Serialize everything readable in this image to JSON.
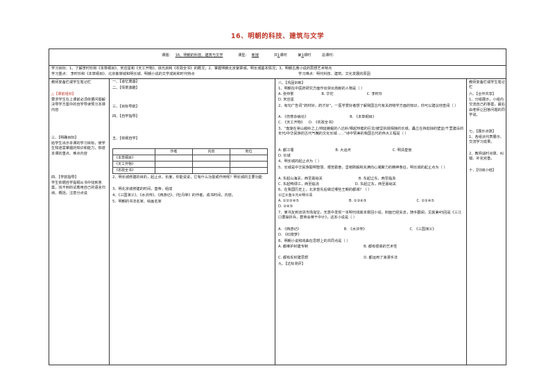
{
  "title": "16、明朝的科技、建筑与文学",
  "header": {
    "topic_label": "课题：",
    "topic_value": "16、明朝的科技、建筑与文学",
    "type_label": "课型：",
    "type_value": "新授",
    "total_label": "共",
    "total_value": "1",
    "total_unit": "课时",
    "nth_label": "第",
    "nth_value": "1",
    "nth_unit": "课时",
    "sum_label": "总课时："
  },
  "goals": {
    "line1": "学习目标：1、了解李时珍和《本草纲目》、宋应星和《天工开物》、徐光启和《农政全书》的概况；2、掌握明朝北京紫禁城，明长城基本情况；3、明朝古典小说的思想艺术特点",
    "line2a": "学习重点：        李时珍和《本草纲目》、北京紫禁城和明长城、明朝小说的文学成就和时代特点",
    "line2b": "学习难点：明代科技、建筑、文化发展的原因"
  },
  "col1": {
    "header": "教师复备栏或学生笔记栏",
    "s1_title": "△【课前组织】",
    "s1_body": "要求学生在上课前必须依据问题解决导学方案中的自学导读预习本课内容",
    "s2_title": "三、【明确目标】",
    "s2_body": "给学生出示本课的学习目标，使学生知道需掌握的知识和能力，知道本课的重点、难点内容",
    "s3_title": "四、【学前指导】",
    "s3_body": "学生依据自学提纲从书中找到答案，找不到的试着用自己的语言归纳、概括，注意分点说"
  },
  "col2": {
    "s1": "一、【追忆奠基】",
    "s2": "二、【情景激趣】",
    "s3": "三、【目标导航】",
    "s4": "四、【自学指导】",
    "s5": "五、【依纲自学】",
    "table_headers": [
      "",
      "作者",
      "内容",
      "地位"
    ],
    "table_rows": [
      "《本草纲目》",
      "《天工开物》",
      "《农政全书》"
    ],
    "q2": "2、明长城修建的目的，起止点，长度，你能说说，它有什么功能或作用呢？明长城的主要功能",
    "q3": "3、明北京城修建的时间，皇帝，组成",
    "q4": "4、《三国演义》、《水浒传》、《西游记》、《牡丹亭》的作者，成书时间，内容。",
    "q5": "5、明朝的书法名家、绘画名家"
  },
  "col3": {
    "s1": "八、【巩固训练】",
    "q1": "1、明朝在中医药研究方面作出突出贡献的人物是（        ）",
    "q1a": "A. 张仲景",
    "q1b": "B. 华佗",
    "q1c": "C. 李时珍",
    "q1d": "D. 宋应星",
    "q2": "2、有句广告词“药材好，药才好”。一医学爱好者想了解我国古代有关药物学方面的知识，你可以建议他查阅（        ）",
    "q2a": "A. 《伤寒杂病论》",
    "q2b": "B. 《本草纲目》",
    "q2c": "C. 《天工开物》",
    "q2d": "D. 《农政全书》",
    "q3": "3、“盘旋在崇山峻岭之上/绵延蜿蜒的八达岭/骞起矫健的巨龙/披坚执锐相接的长城，矗立在挡劫掠的壁垒/千里建设的年代/中华民族的古代气魄的文化长城……”诗中赞美的我国古代的伟大工程是（        ）",
    "q3a": "A. 都江堰",
    "q3b": "B. 大运河",
    "q3c": "C. 明清皇宫",
    "q3d": "D. 长城",
    "q4": "4、明长城的起止点为（        ）",
    "q5": "5、长城是中华民族聪明智慧、艰苦勤奋，坚韧刚毅和充满向心凝聚力的精神象征，明长城的起止点为（        ）",
    "q5a": "A. 东起山海关，西至嘉峪关",
    "q5b": "B. 东起辽东，西至临洮",
    "q5c": "C. 东起鸭绿江，西至临洮",
    "q5d": "D. 东起辽东，西至嘉峪关",
    "q6": "6、在我国历史上，北京曾先后做过哪些王朝的都城？（        ）",
    "q6opts": "①辽②金③元④明⑤清",
    "q6a": "A. ①②③④⑤",
    "q6b": "B. ①③④⑤",
    "q6c": "C. ②③④⑤",
    "q6d": "D. ③④⑤",
    "q7": "7、某书友到旧货市场淘宝，无意中发现一本明代线装本章回小说，封面已经失去，随手翻阅，见其第45回是《三江口曹操折兵，群英会蒋干中计》，这本小说是（        ）",
    "q7a": "A. 《西游记》",
    "q7b": "B. 《水浒传》",
    "q7c": "C. 《三国演义》",
    "q7d": "D. 《红楼梦》",
    "q8": "8、明朝小说和戏曲在思想上的共同点是（        ）",
    "q8a": "A. 都维护封建专制",
    "q8b": "B. 都有很高的艺术性",
    "q8c": "C. 都有反封建思想",
    "q8d": "D. 都运用了浪漫手法",
    "s9": "九、【达标测评】"
  },
  "col4": {
    "header": "教师复备栏或学生笔记栏",
    "s1": "六、【合作共享】",
    "s1_body": "1、分组展示，小组内交流自己的答案，最后由老师让回答问题的同学说。",
    "s2": "七、【展示点拨】",
    "s2_body1": "1、各组派代表展示、交流学习成果。",
    "s2_body2": "2、教师适时点拨、纠错、补充完善。",
    "s3": "十、【归纳小结】"
  }
}
